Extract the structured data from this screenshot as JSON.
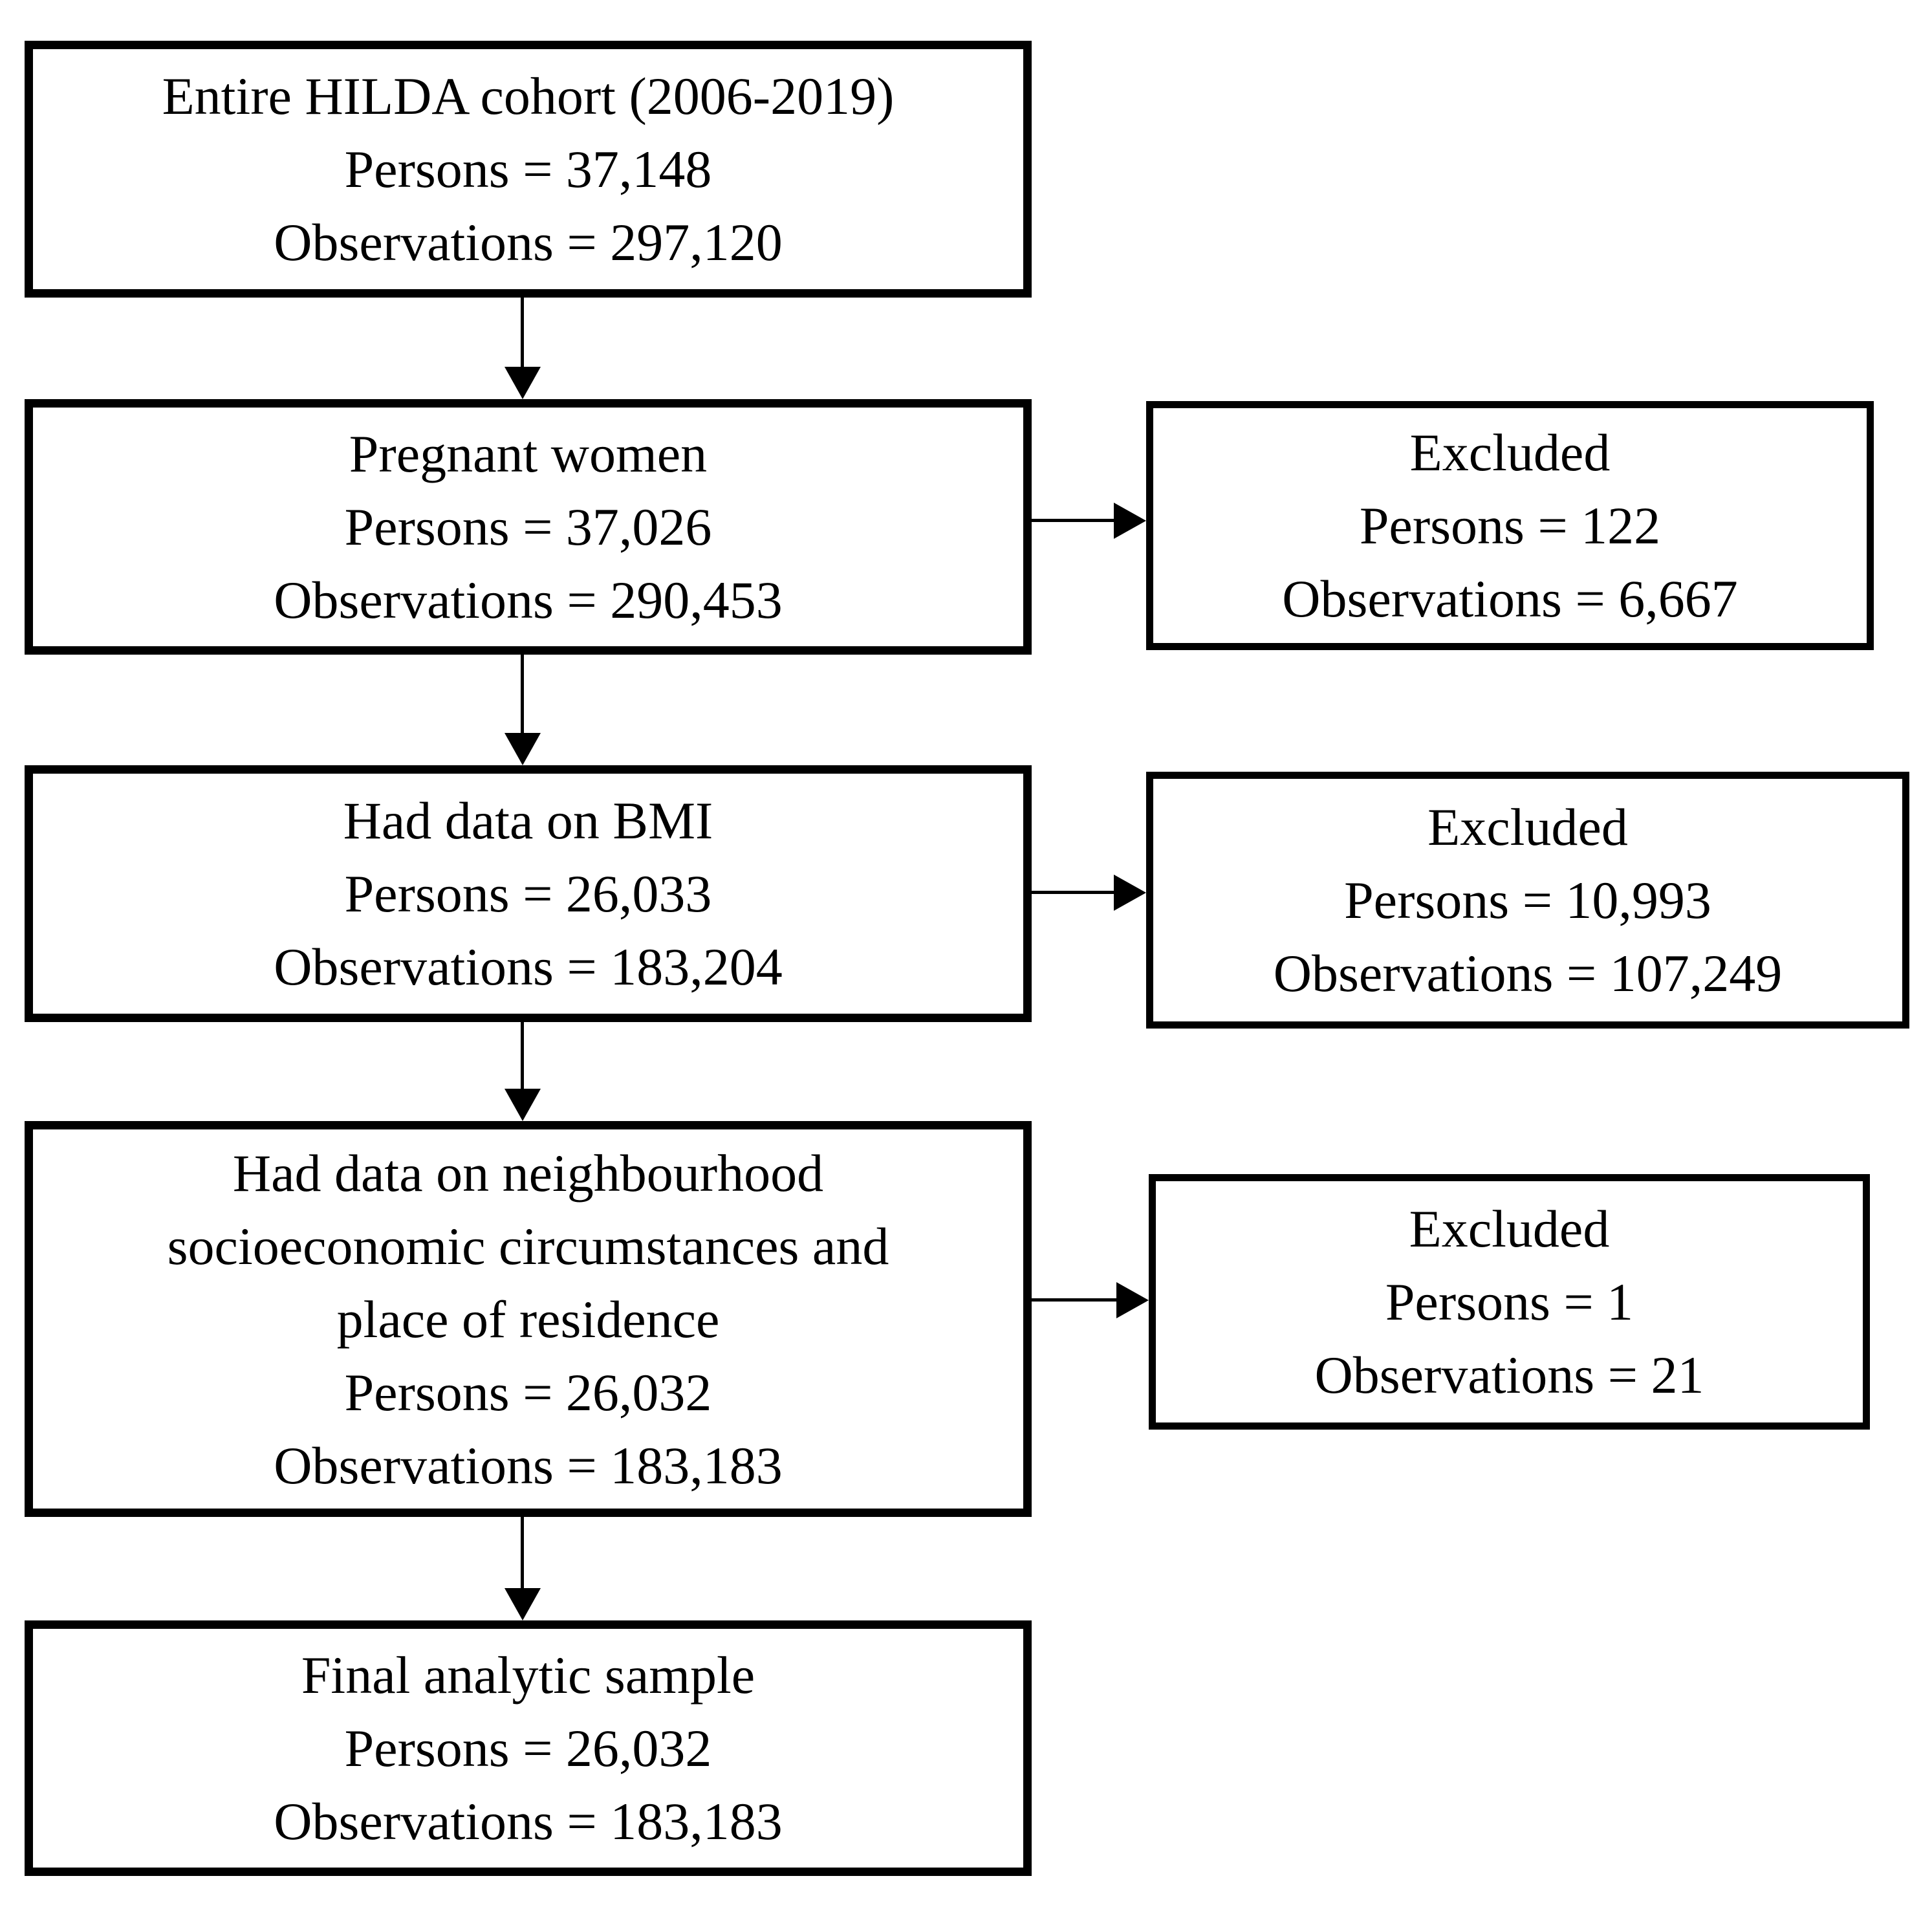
{
  "colors": {
    "background": "#ffffff",
    "box_border": "#000000",
    "arrow": "#000000",
    "text": "#000000"
  },
  "flow": {
    "main": [
      {
        "title": "Entire HILDA cohort (2006-2019)",
        "persons": "Persons = 37,148",
        "observations": "Observations = 297,120"
      },
      {
        "title": "Pregnant women",
        "persons": "Persons = 37,026",
        "observations": "Observations = 290,453"
      },
      {
        "title": "Had data on BMI",
        "persons": "Persons = 26,033",
        "observations": "Observations = 183,204"
      },
      {
        "title": "Had data on neighbourhood socioeconomic circumstances and place of residence",
        "persons": "Persons = 26,032",
        "observations": "Observations = 183,183"
      },
      {
        "title": "Final analytic sample",
        "persons": "Persons = 26,032",
        "observations": "Observations = 183,183"
      }
    ],
    "excluded": [
      {
        "title": "Excluded",
        "persons": "Persons = 122",
        "observations": "Observations = 6,667"
      },
      {
        "title": "Excluded",
        "persons": "Persons = 10,993",
        "observations": "Observations = 107,249"
      },
      {
        "title": "Excluded",
        "persons": "Persons = 1",
        "observations": "Observations = 21"
      }
    ]
  }
}
